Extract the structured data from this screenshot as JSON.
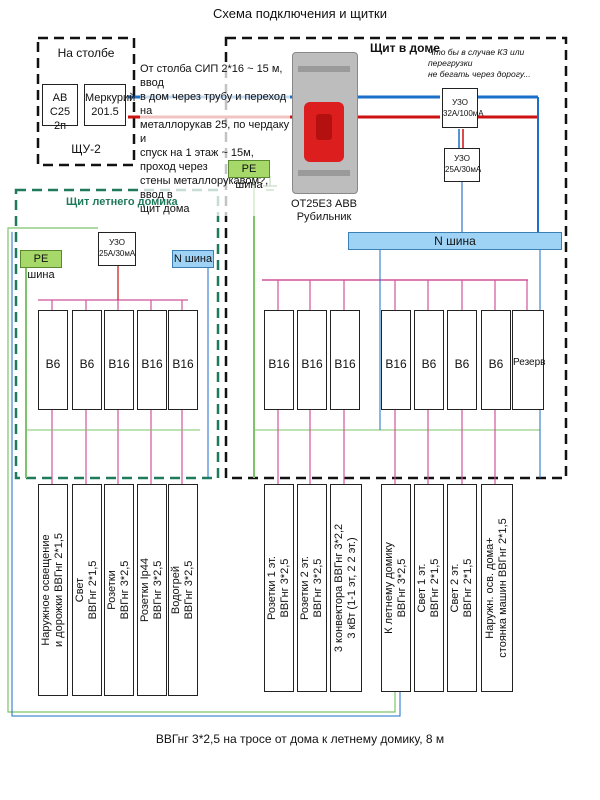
{
  "title": "Схема подключения и щитки",
  "pole": {
    "title": "На столбе",
    "breaker": [
      "АВ С25",
      "2п"
    ],
    "meter": [
      "Меркурий",
      "201.5"
    ],
    "panel_label": "ЩУ-2"
  },
  "feed_note": [
    "От столба СИП 2*16 ~ 15 м, ввод",
    "в дом через трубу и переход на",
    "металлорукав 25, по чердаку и",
    "спуск на 1 этаж ~ 15м, проход через",
    "стены металлорукавом?, ввод в",
    "щит дома"
  ],
  "house_panel": {
    "title": "Щит в доме",
    "note": [
      "Что бы в случае КЗ или перегрузки",
      "не бегать через дорогу..."
    ],
    "rcd_main": [
      "УЗО",
      "32А/100мА"
    ],
    "rcd_second": [
      "УЗО",
      "25А/30мА"
    ],
    "pe_bus": "PE шина",
    "n_bus": "N шина",
    "switch_label": [
      "ОТ25Е3 АВВ",
      "Рубильник"
    ],
    "breakers": [
      "В16",
      "В16",
      "В16",
      "В16",
      "В6",
      "В6",
      "В6",
      "Резерв"
    ]
  },
  "summer_panel": {
    "title": "Щит летнего домика",
    "rcd": [
      "УЗО",
      "25А/30мА"
    ],
    "pe_bus": "PE шина",
    "n_bus": "N шина",
    "breakers": [
      "В6",
      "В6",
      "В16",
      "В16",
      "В16"
    ]
  },
  "summer_circuits": [
    [
      "Наружное освещение",
      "и дорожки ВВГнг 2*1,5"
    ],
    [
      "Свет",
      "ВВГнг 2*1,5"
    ],
    [
      "Розетки",
      "ВВГнг 3*2,5"
    ],
    [
      "Розетки Ip44",
      "ВВГнг 3*2,5"
    ],
    [
      "Водогрей",
      "ВВГнг 3*2,5"
    ]
  ],
  "house_circuits": [
    [
      "Розетки 1 эт.",
      "ВВГнг 3*2,5"
    ],
    [
      "Розетки 2 эт.",
      "ВВГнг 3*2,5"
    ],
    [
      "3 конвектора ВВГнг 3*2,2",
      "3 кВт (1-1 эт, 2 2 эт.)"
    ],
    [
      "К летнему домику",
      "ВВГнг 3*2,5"
    ],
    [
      "Свет 1 эт.",
      "ВВГнг 2*1,5"
    ],
    [
      "Свет 2 эт.",
      "ВВГнг 2*1,5"
    ],
    [
      "Наружн. осв. дома+",
      "стоянка машин ВВГнг 2*1,5"
    ]
  ],
  "bottom_note": "ВВГнг 3*2,5 на тросе от дома к летнему домику, 8 м",
  "colors": {
    "live": "#cc1111",
    "neutral": "#1a6fc9",
    "pe": "#7cc46a",
    "bus_n": "#9fd3f5",
    "bus_pe": "#a6d86a",
    "panel_border": "#1f7a5c",
    "phase_thin": "#d0559a"
  }
}
